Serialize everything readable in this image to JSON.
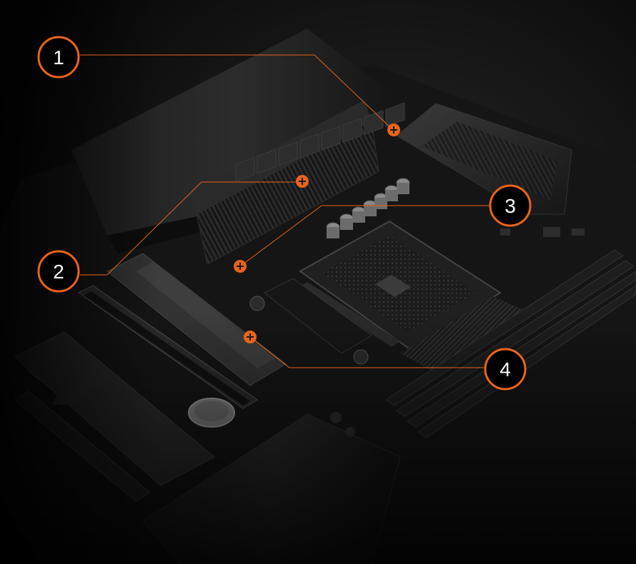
{
  "accent_color": "#e8641c",
  "board_colors": {
    "pcb": "#1a1a1a",
    "heatsink": "#2a2a2a",
    "highlight": "#3a3a3a"
  },
  "callouts": [
    {
      "label": "1",
      "icon": "numbered-circle"
    },
    {
      "label": "2",
      "icon": "numbered-circle"
    },
    {
      "label": "3",
      "icon": "numbered-circle"
    },
    {
      "label": "4",
      "icon": "numbered-circle"
    }
  ],
  "hotspot_icon": "plus-circle-icon"
}
